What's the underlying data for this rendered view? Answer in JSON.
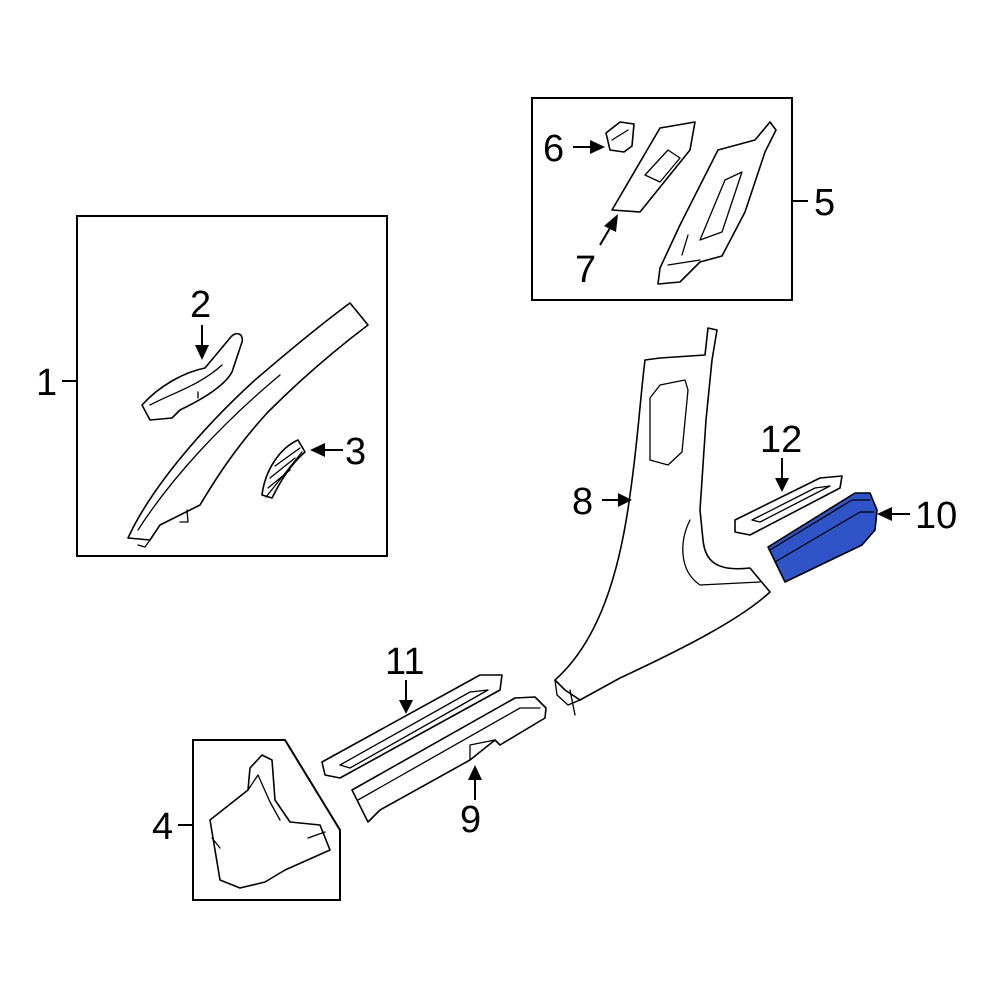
{
  "callouts": {
    "c1": "1",
    "c2": "2",
    "c3": "3",
    "c4": "4",
    "c5": "5",
    "c6": "6",
    "c7": "7",
    "c8": "8",
    "c9": "9",
    "c10": "10",
    "c11": "11",
    "c12": "12"
  },
  "colors": {
    "highlight": "#2f54c8",
    "line": "#000000",
    "background": "#ffffff"
  },
  "highlighted_part": "10"
}
